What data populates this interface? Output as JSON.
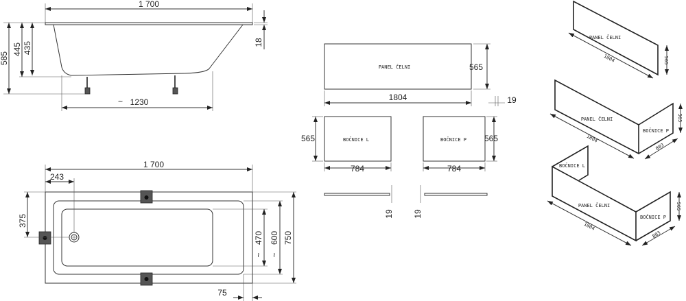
{
  "side_view": {
    "length": "1 700",
    "h_total": "585",
    "h_445": "445",
    "h_435": "435",
    "rim": "18",
    "feet_span": "1230",
    "approx": "~"
  },
  "top_view": {
    "length": "1 700",
    "drain_offset": "243",
    "drain_center": "375",
    "basin_w": "470",
    "inner_w": "600",
    "width": "750",
    "rim_offset": "75",
    "approx": "~"
  },
  "panels": {
    "front": {
      "label": "PANEL ČELNI",
      "length": "1804",
      "height": "565",
      "thickness": "19"
    },
    "side_left": {
      "label": "BOČNICE L",
      "length": "784",
      "height": "565",
      "thickness": "19"
    },
    "side_right": {
      "label": "BOČNICE P",
      "length": "784",
      "height": "565",
      "thickness": "19"
    }
  },
  "iso": {
    "a": {
      "front": "PANEL ČELNI",
      "length": "1804",
      "height": "565"
    },
    "b": {
      "front": "PANEL ČELNI",
      "side": "BOČNICE P",
      "length": "1804",
      "side_length": "803",
      "height": "565"
    },
    "c": {
      "front": "PANEL ČELNI",
      "side_l": "BOČNICE L",
      "side_r": "BOČNICE P",
      "length": "1804",
      "side_length": "803",
      "height": "565"
    }
  }
}
